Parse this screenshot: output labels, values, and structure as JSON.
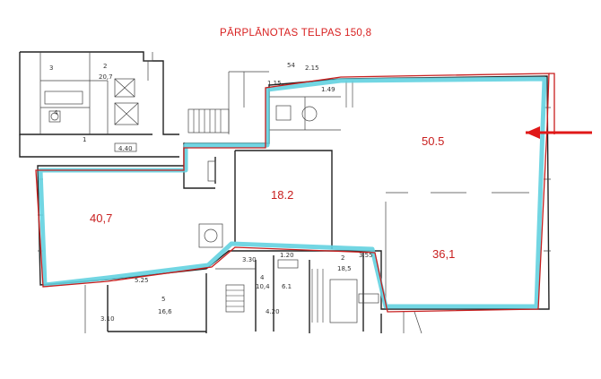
{
  "title": {
    "label": "PĀRPLĀNOTAS TELPAS",
    "total": "150,8"
  },
  "rooms": [
    {
      "id": "r40",
      "area": "40,7"
    },
    {
      "id": "r18",
      "area": "18.2"
    },
    {
      "id": "r50",
      "area": "50.5"
    },
    {
      "id": "r36",
      "area": "36,1"
    }
  ],
  "neighbors": {
    "n2": "2",
    "n207": "20,7",
    "n3": "3",
    "n4": "4",
    "n1": "1",
    "n54": "54",
    "n5": "5",
    "n166": "16,6",
    "n61": "6.1",
    "n2b": "2",
    "n185": "18,5",
    "n10": "10,4",
    "n4b": "4"
  },
  "dims": {
    "d330": "3.30",
    "d525": "5.25",
    "d355": "3.55",
    "d120": "1.20",
    "d420": "4.20",
    "d310": "3.10",
    "d115": "1.15",
    "d149": "1.49",
    "d440": "4.40",
    "d215": "2.15"
  },
  "colors": {
    "outline_red": "#c81e1e",
    "highlight_blue": "#63d1e0",
    "arrow_red": "#e01818"
  },
  "arrow": {
    "icon": "entrance-arrow-icon"
  }
}
